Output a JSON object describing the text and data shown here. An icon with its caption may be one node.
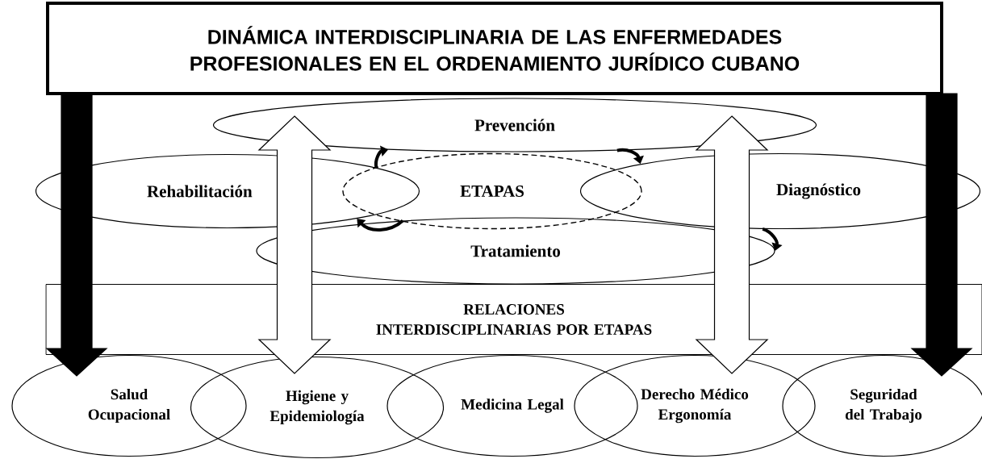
{
  "diagram": {
    "nodes": [
      {
        "text": [
          "DINÁMICA INTERDISCIPLINARIA DE LAS ENFERMEDADES PROFESIONALES EN EL ORDENAMIENTO JURÍDICO CUBANO"
        ]
      },
      {
        "text": [
          "Prevención"
        ]
      },
      {
        "text": [
          "Rehabilitación"
        ]
      },
      {
        "text": [
          "ETAPAS"
        ]
      },
      {
        "text": [
          "Diagnóstico"
        ]
      },
      {
        "text": [
          "Tratamiento"
        ]
      },
      {
        "text": [
          "RELACIONES INTERDISCIPLINARIAS POR ETAPAS"
        ]
      },
      {
        "text": [
          "Salud Ocupacional"
        ]
      },
      {
        "text": [
          "Higiene y Epidemiología"
        ]
      },
      {
        "text": [
          "Medicina Legal"
        ]
      },
      {
        "text": [
          "Derecho Médico Ergonomía"
        ]
      },
      {
        "text": [
          "Seguridad del Trabajo"
        ]
      }
    ],
    "edges": [
      {
        "from": 0,
        "to": 7,
        "arrow": "to",
        "style": "thick"
      },
      {
        "from": 0,
        "to": 11,
        "arrow": "to",
        "style": "thick"
      },
      {
        "from": 1,
        "to": 8,
        "arrow": "both",
        "style": "thick",
        "color": "#ffffff"
      },
      {
        "from": 1,
        "to": 10,
        "arrow": "both",
        "style": "thick",
        "color": "#ffffff"
      },
      {
        "from": 2,
        "to": 1,
        "arrow": "to"
      },
      {
        "from": 1,
        "to": 4,
        "arrow": "to"
      },
      {
        "from": 4,
        "to": 5,
        "arrow": "to"
      },
      {
        "from": 5,
        "to": 2,
        "arrow": "to"
      }
    ]
  }
}
